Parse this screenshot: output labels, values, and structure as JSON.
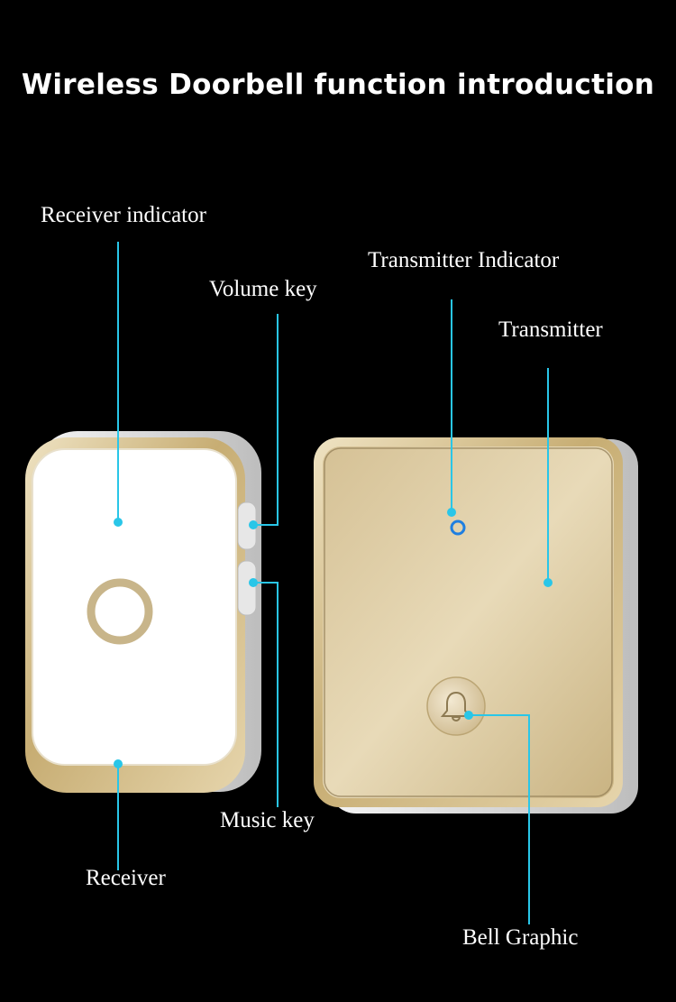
{
  "title": "Wireless Doorbell function introduction",
  "labels": {
    "receiver_indicator": "Receiver indicator",
    "volume_key": "Volume key",
    "transmitter_indicator": "Transmitter Indicator",
    "transmitter": "Transmitter",
    "music_key": "Music key",
    "receiver": "Receiver",
    "bell_graphic": "Bell Graphic"
  },
  "colors": {
    "background": "#000000",
    "callout_line": "#29c6e8",
    "gold": "#c9b27e",
    "indicator": "#1f7fe0"
  }
}
